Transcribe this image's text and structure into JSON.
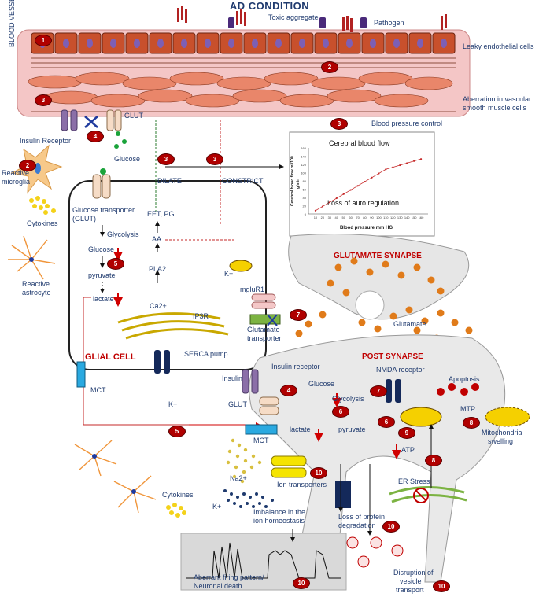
{
  "title": "AD CONDITION",
  "vessel": {
    "label": "BLOOD VESSEL",
    "toxic_aggregate": "Toxic aggregate",
    "pathogen": "Pathogen",
    "leaky": "Leaky endothelial cells",
    "aberration_1": "Aberration in vascular",
    "aberration_2": "smooth muscle cells",
    "bp_control": "Blood pressure control"
  },
  "left": {
    "insulin_receptor": "Insulin Receptor",
    "glut": "GLUT",
    "glucose": "Glucose",
    "reactive_microglia_1": "Reactive",
    "reactive_microglia_2": "microglia",
    "cytokines": "Cytokines",
    "reactive_astrocyte_1": "Reactive",
    "reactive_astrocyte_2": "astrocyte"
  },
  "glial": {
    "title": "GLIAL CELL",
    "dilate": "DILATE",
    "constrict": "CONSTRICT",
    "glucose_transporter_1": "Glucose transporter",
    "glucose_transporter_2": "(GLUT)",
    "glycolysis": "Glycolysis",
    "glucose": "Glucose",
    "pyruvate": "pyruvate",
    "lactate": "lactate",
    "eet_pg": "EET, PG",
    "aa": "AA",
    "pla2": "PLA2",
    "ca2": "Ca2+",
    "k_plus": "K+",
    "ip3r": "IP3R",
    "serca": "SERCA pump",
    "mglur1": "mgluR1",
    "glut_transporter_1": "Glutamate",
    "glut_transporter_2": "transporter",
    "mct": "MCT",
    "k_plus_2": "K+"
  },
  "graph": {
    "title": "Cerebral blood flow",
    "ylabel_1": "Cerebral blood flow ml/100",
    "ylabel_2": "g/min",
    "xlabel": "Blood pressure mm HG",
    "subtitle": "Loss of auto regulation",
    "yticks": [
      "0",
      "20",
      "40",
      "60",
      "80",
      "100",
      "120",
      "140",
      "160"
    ],
    "xticks": [
      "10",
      "20",
      "30",
      "40",
      "50",
      "60",
      "70",
      "80",
      "90",
      "100",
      "110",
      "120",
      "130",
      "140",
      "150",
      "160"
    ]
  },
  "chart_data": {
    "type": "line",
    "title": "Cerebral blood flow",
    "xlabel": "Blood pressure mm HG",
    "ylabel": "Cerebral blood flow ml/100 g/min",
    "x": [
      10,
      20,
      30,
      40,
      50,
      60,
      70,
      80,
      90,
      100,
      110,
      120,
      130,
      140,
      150,
      160
    ],
    "series": [
      {
        "values": [
          8,
          18,
          28,
          38,
          48,
          58,
          68,
          78,
          88,
          98,
          108,
          113,
          118,
          123,
          128,
          133
        ]
      }
    ],
    "xlim": [
      0,
      170
    ],
    "ylim": [
      0,
      160
    ]
  },
  "synapse": {
    "glutamate_synapse": "GLUTAMATE SYNAPSE",
    "glutamate": "Glutamate",
    "post_synapse": "POST SYNAPSE",
    "nmda": "NMDA receptor",
    "apoptosis": "Apoptosis",
    "glucose": "Glucose",
    "glycolysis": "Glycolysis",
    "mtp": "MTP",
    "mito_1": "Mitochondria",
    "mito_2": "swelling",
    "pyruvate": "pyruvate",
    "lactate": "lactate",
    "atp": "ATP",
    "insulin_receptor": "Insulin receptor",
    "insulin": "Insulin",
    "glut": "GLUT",
    "mct": "MCT",
    "na2": "Na2+",
    "ion_transporters": "Ion transporters",
    "er_stress": "ER Stress",
    "cytokines": "Cytokines",
    "k_plus": "K+",
    "imbalance_1": "Imbalance in the",
    "imbalance_2": "ion homeostasis",
    "protein_1": "Loss of protein",
    "protein_2": "degradation",
    "aberrant_1": "Aberrant firing pattern/",
    "aberrant_2": "Neuronal death",
    "vesicle_1": "Disruption of",
    "vesicle_2": "vesicle",
    "vesicle_3": "transport"
  },
  "badges": {
    "b1": "1",
    "b2": "2",
    "b3": "3",
    "b4": "4",
    "b5": "5",
    "b6": "6",
    "b7": "7",
    "b8": "8",
    "b9": "9",
    "b10": "10"
  },
  "colors": {
    "vessel_bg": "#f4c6c6",
    "endothelial": "#c8502c",
    "smooth_muscle": "#e9866a",
    "glutamate": "#e07b1a",
    "badge": "#b00000",
    "label": "#1f3a6e",
    "arrow_red": "#d00000"
  }
}
